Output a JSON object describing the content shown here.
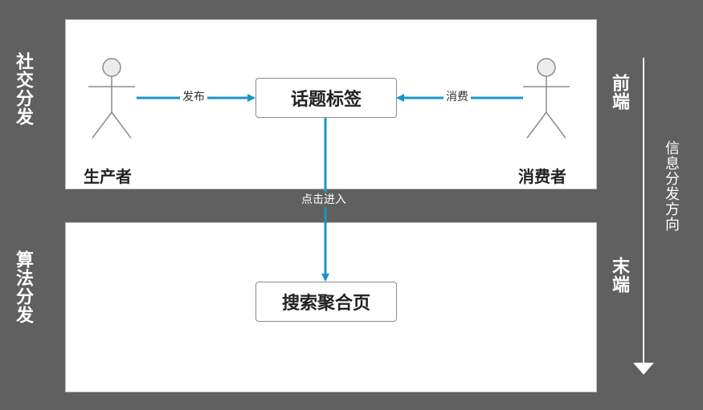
{
  "sections": {
    "social": "社交分发",
    "algorithm": "算法分发",
    "front": "前端",
    "end": "末端"
  },
  "flow_direction": "信息分发方向",
  "nodes": {
    "topic_tag": "话题标签",
    "search_page": "搜索聚合页"
  },
  "actors": {
    "producer": "生产者",
    "consumer": "消费者"
  },
  "edges": {
    "publish": "发布",
    "consume": "消费",
    "click_enter": "点击进入"
  },
  "colors": {
    "background": "#606060",
    "arrow": "#1a96c6",
    "actor_stroke": "#8c8c8c"
  }
}
